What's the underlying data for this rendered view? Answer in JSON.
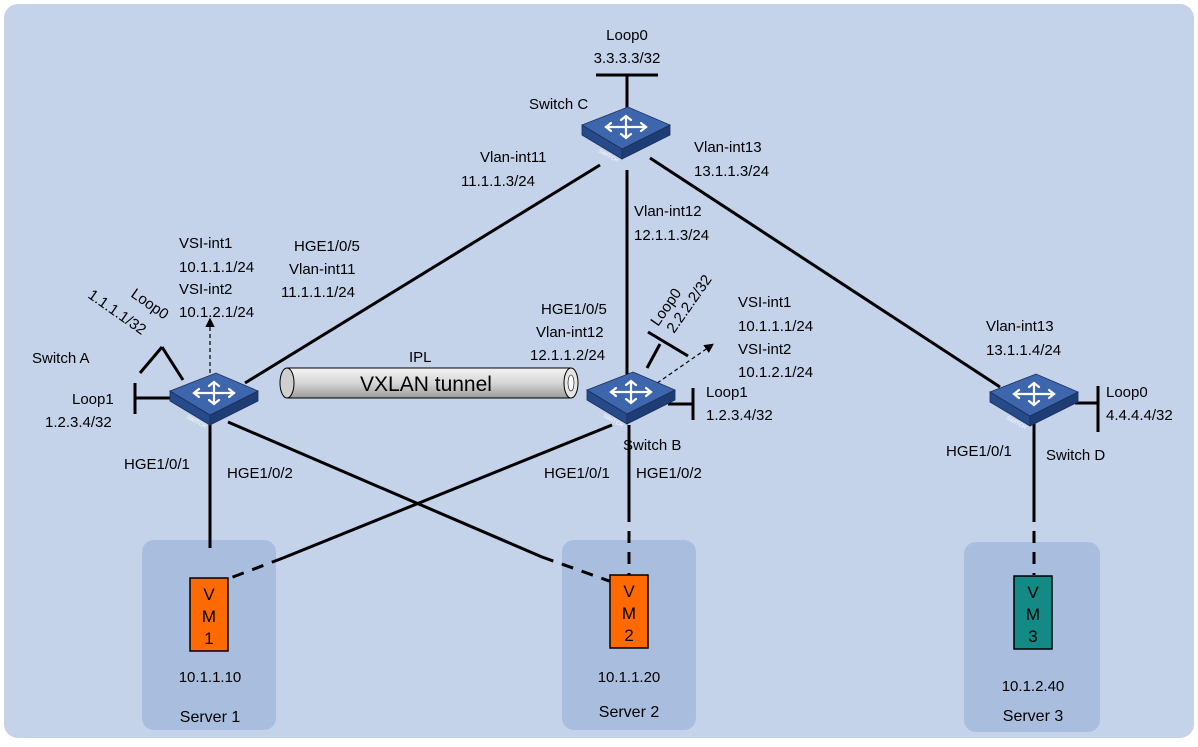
{
  "colors": {
    "background": "#c4d2ea",
    "server_box": "#a9bedf",
    "switch_top": "#3e66ad",
    "switch_side": "#274a8a",
    "vm_orange": "#ff6a00",
    "vm_teal": "#138a86",
    "link": "#000000",
    "tunnel": "#d9d9d9"
  },
  "switches": {
    "a": {
      "name": "Switch A",
      "loop0_name": "Loop0",
      "loop0_ip": "1.1.1.1/32",
      "loop1_name": "Loop1",
      "loop1_ip": "1.2.3.4/32",
      "vsi1_name": "VSI-int1",
      "vsi1_ip": "10.1.1.1/24",
      "vsi2_name": "VSI-int2",
      "vsi2_ip": "10.1.2.1/24",
      "uplink_port": "HGE1/0/5",
      "uplink_vlan": "Vlan-int11",
      "uplink_ip": "11.1.1.1/24",
      "port1": "HGE1/0/1",
      "port2": "HGE1/0/2",
      "badge": "SWITCH"
    },
    "b": {
      "name": "Switch B",
      "loop0_name": "Loop0",
      "loop0_ip": "2.2.2.2/32",
      "loop1_name": "Loop1",
      "loop1_ip": "1.2.3.4/32",
      "vsi1_name": "VSI-int1",
      "vsi1_ip": "10.1.1.1/24",
      "vsi2_name": "VSI-int2",
      "vsi2_ip": "10.1.2.1/24",
      "uplink_port": "HGE1/0/5",
      "uplink_vlan": "Vlan-int12",
      "uplink_ip": "12.1.1.2/24",
      "port1": "HGE1/0/1",
      "port2": "HGE1/0/2",
      "badge": "SWITCH"
    },
    "c": {
      "name": "Switch C",
      "loop0_name": "Loop0",
      "loop0_ip": "3.3.3.3/32",
      "vlan11_name": "Vlan-int11",
      "vlan11_ip": "11.1.1.3/24",
      "vlan12_name": "Vlan-int12",
      "vlan12_ip": "12.1.1.3/24",
      "vlan13_name": "Vlan-int13",
      "vlan13_ip": "13.1.1.3/24",
      "badge": "SWITCH"
    },
    "d": {
      "name": "Switch D",
      "loop0_name": "Loop0",
      "loop0_ip": "4.4.4.4/32",
      "vlan13_name": "Vlan-int13",
      "vlan13_ip": "13.1.1.4/24",
      "port1": "HGE1/0/1",
      "badge": "SWITCH"
    }
  },
  "tunnel": {
    "ipl_label": "IPL",
    "label": "VXLAN tunnel"
  },
  "servers": [
    {
      "name": "Server 1",
      "vm_letter": "V",
      "vm_letter2": "M",
      "vm_number": "1",
      "ip": "10.1.1.10"
    },
    {
      "name": "Server 2",
      "vm_letter": "V",
      "vm_letter2": "M",
      "vm_number": "2",
      "ip": "10.1.1.20"
    },
    {
      "name": "Server 3",
      "vm_letter": "V",
      "vm_letter2": "M",
      "vm_number": "3",
      "ip": "10.1.2.40"
    }
  ]
}
